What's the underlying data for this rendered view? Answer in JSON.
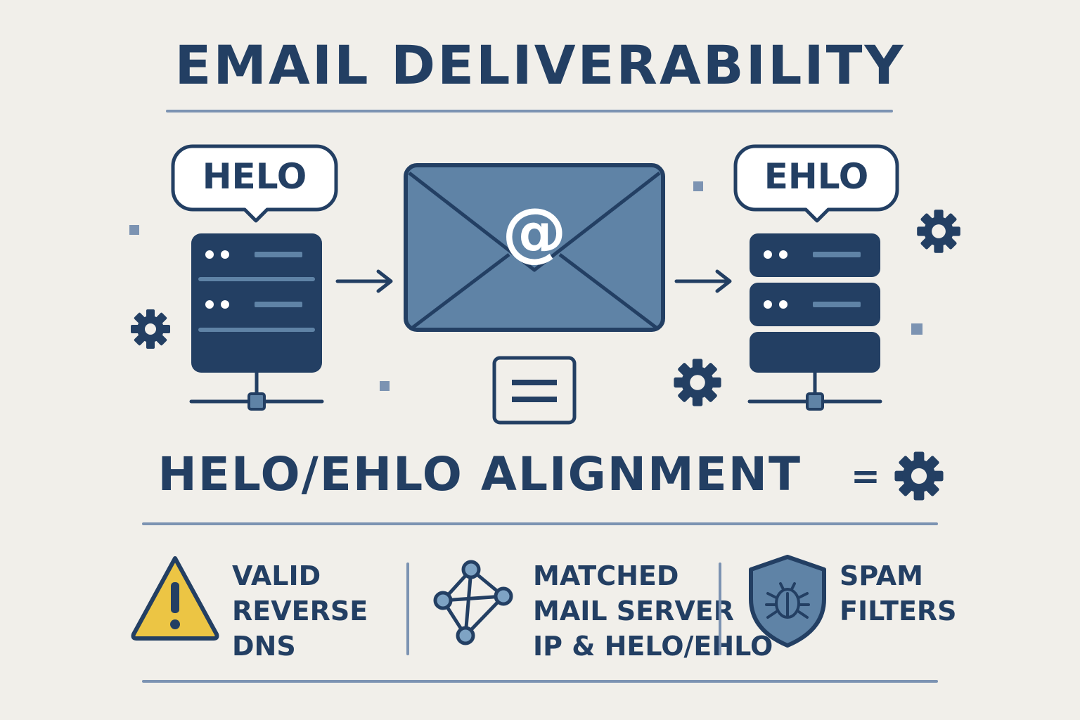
{
  "title": "EMAIL DELIVERABILITY",
  "left_server": {
    "bubble": "HELO"
  },
  "right_server": {
    "bubble": "EHLO"
  },
  "envelope_symbol": "@",
  "subtitle": "HELO/EHLO ALIGNMENT",
  "subtitle_suffix": "=",
  "features": [
    {
      "lines": [
        "VALID",
        "REVERSE",
        "DNS"
      ],
      "icon": "warning-icon"
    },
    {
      "lines": [
        "MATCHED",
        "MAIL SERVER",
        "IP & HELO/EHLO"
      ],
      "icon": "network-nodes-icon"
    },
    {
      "lines": [
        "SPAM",
        "FILTERS"
      ],
      "icon": "shield-bug-icon"
    }
  ],
  "colors": {
    "background": "#f1efea",
    "navy": "#233f63",
    "slate_blue": "#5f83a6",
    "accent_line": "#7c93b2",
    "warning_yellow": "#ecc544"
  }
}
